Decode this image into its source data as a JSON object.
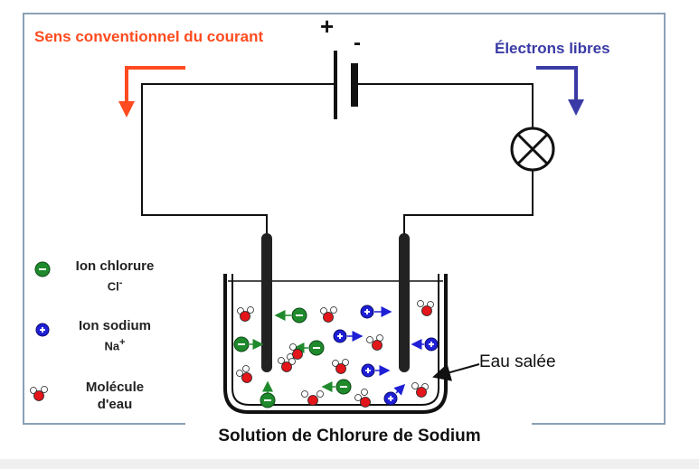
{
  "labels": {
    "current_direction": "Sens conventionnel du courant",
    "free_electrons": "Électrons libres",
    "plus": "+",
    "minus": "-",
    "salt_water": "Eau salée",
    "caption": "Solution de Chlorure de Sodium"
  },
  "legend": {
    "chloride": {
      "name": "Ion chlorure",
      "symbol": "Cl",
      "charge": "-"
    },
    "sodium": {
      "name": "Ion sodium",
      "symbol": "Na",
      "charge": "+"
    },
    "water": {
      "name_line1": "Molécule",
      "name_line2": "d'eau"
    }
  },
  "colors": {
    "current_arrow": "#ff4b1f",
    "electron_arrow": "#3a3aa6",
    "chloride_ion": "#1f8a2c",
    "sodium_ion": "#1f1fd6",
    "water_oxygen": "#e3161b"
  }
}
